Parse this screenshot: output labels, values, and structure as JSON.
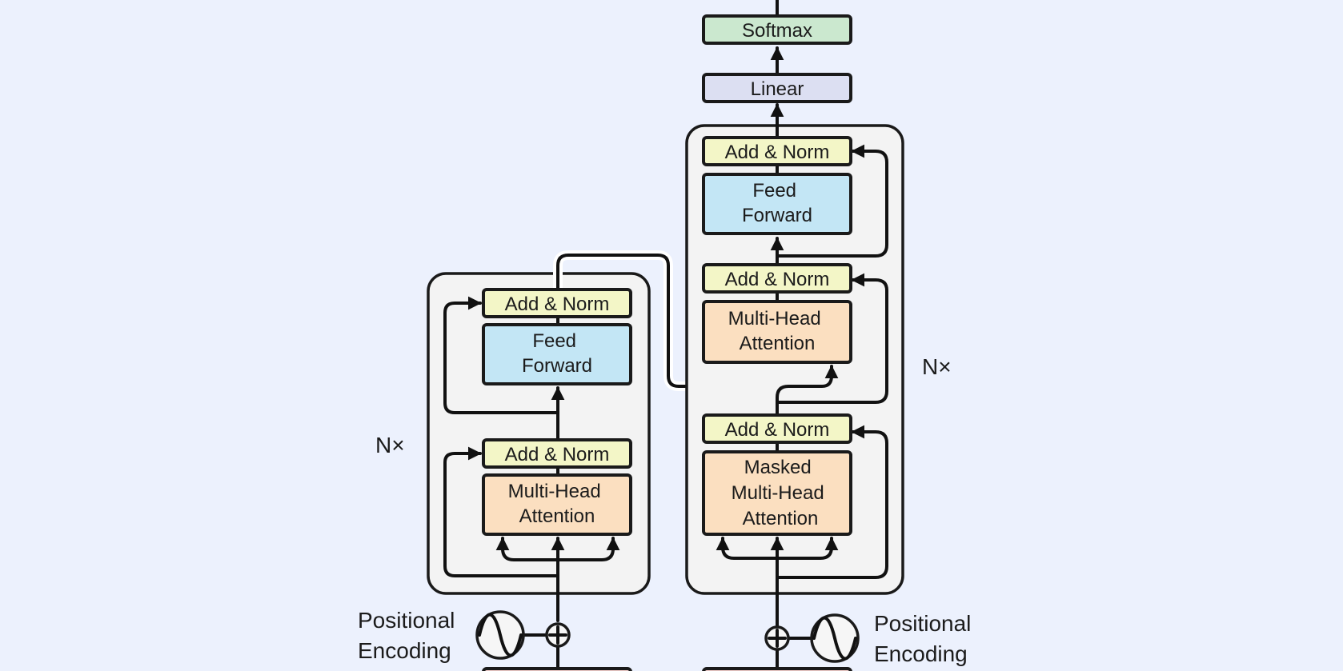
{
  "colors": {
    "page_background": "#ecf1fd",
    "container_background": "#f3f3f3",
    "add_norm": "#f3f6c7",
    "feed_forward": "#c3e6f5",
    "attention": "#fbdfc0",
    "linear": "#dcdff2",
    "softmax": "#cbe8cf",
    "stroke": "#1a1a1a"
  },
  "encoder": {
    "repeat_label": "N×",
    "add_norm_top": "Add & Norm",
    "feed_forward": [
      "Feed",
      "Forward"
    ],
    "add_norm_bottom": "Add & Norm",
    "attention": [
      "Multi-Head",
      "Attention"
    ],
    "positional_encoding": [
      "Positional",
      "Encoding"
    ]
  },
  "decoder": {
    "repeat_label": "N×",
    "add_norm_top": "Add & Norm",
    "feed_forward": [
      "Feed",
      "Forward"
    ],
    "add_norm_middle": "Add & Norm",
    "cross_attention": [
      "Multi-Head",
      "Attention"
    ],
    "add_norm_bottom": "Add & Norm",
    "masked_attention": [
      "Masked",
      "Multi-Head",
      "Attention"
    ],
    "positional_encoding": [
      "Positional",
      "Encoding"
    ]
  },
  "output": {
    "linear": "Linear",
    "softmax": "Softmax"
  }
}
